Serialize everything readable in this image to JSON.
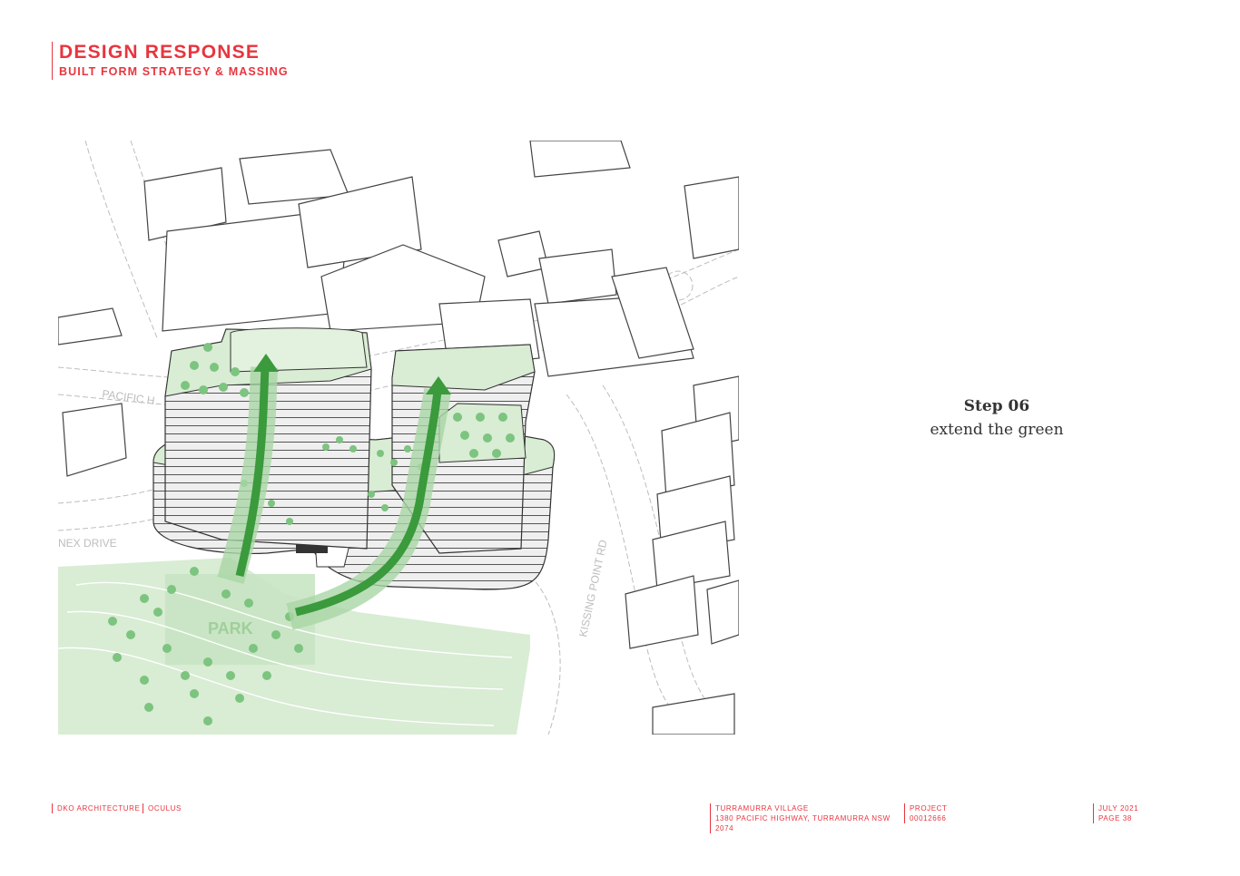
{
  "header": {
    "title": "DESIGN RESPONSE",
    "subtitle": "BUILT FORM STRATEGY & MASSING"
  },
  "step": {
    "title": "Step 06",
    "subtitle": "extend the green"
  },
  "diagram": {
    "labels": {
      "park": "PARK",
      "pacific_hwy": "PACIFIC H",
      "annex_drive": "NEX DRIVE",
      "kissing_point": "KISSING POINT RD"
    },
    "colors": {
      "green_fill": "#d9ecd4",
      "green_arrow": "#3a9a3c",
      "tree": "#7cc47f",
      "line": "#444444",
      "building": "#e6e6e6"
    }
  },
  "footer": {
    "left_1": "DKO ARCHITECTURE",
    "left_2": "OCULUS",
    "project_name": "TURRAMURRA VILLAGE",
    "project_address": "1380 PACIFIC HIGHWAY, TURRAMURRA NSW",
    "project_postcode": "2074",
    "project_label": "PROJECT",
    "project_number": "00012666",
    "date": "JULY 2021",
    "page": "PAGE 38"
  }
}
